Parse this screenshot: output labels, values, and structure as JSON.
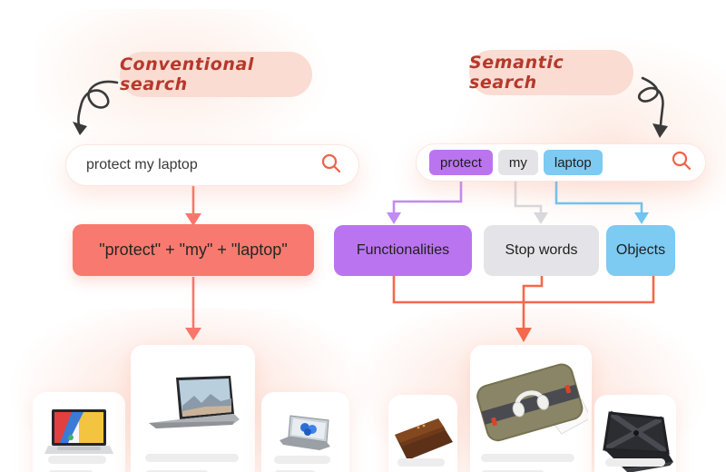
{
  "figure": {
    "description": "Comparison diagram of conventional keyword search versus semantic search for the query 'protect my laptop'"
  },
  "conventional": {
    "pill_label": "Conventional search",
    "search_bar": {
      "query": "protect my laptop",
      "icon": "search-icon"
    },
    "keyword_box_text": "\"protect\" + \"my\" + \"laptop\"",
    "result_images": [
      "colorful-screen-laptop",
      "silver-surface-laptop",
      "small-windows-laptop"
    ]
  },
  "semantic": {
    "pill_label": "Semantic search",
    "search_bar": {
      "icon": "search-icon",
      "chips": [
        {
          "text": "protect",
          "color": "#bb74f0"
        },
        {
          "text": "my",
          "color": "#e4e3e7"
        },
        {
          "text": "laptop",
          "color": "#7dcaf2"
        }
      ]
    },
    "category_boxes": [
      {
        "label": "Functionalities",
        "color": "#bb74f0"
      },
      {
        "label": "Stop words",
        "color": "#e4e3e7"
      },
      {
        "label": "Objects",
        "color": "#7dcaf2"
      }
    ],
    "result_images": [
      "brown-leather-sleeve",
      "olive-laptop-sleeve-with-headphones",
      "rugged-black-laptop-case"
    ]
  },
  "icons": {
    "curly_arrow_left": "hand-drawn-curly-arrow",
    "curly_arrow_right": "hand-drawn-curly-arrow",
    "search": "magnifier"
  },
  "colors": {
    "pill_background": "#fadcd2",
    "pill_text": "#b5392b",
    "salmon_box": "#f8796f",
    "salmon_arrow": "#f8776c",
    "orange_connector": "#f4684c",
    "purple": "#bb74f0",
    "gray": "#e4e3e7",
    "blue": "#7dcaf2",
    "doodle_arrow": "#3a3a3a",
    "search_icon": "#ef6149",
    "dark_text": "#262626"
  }
}
